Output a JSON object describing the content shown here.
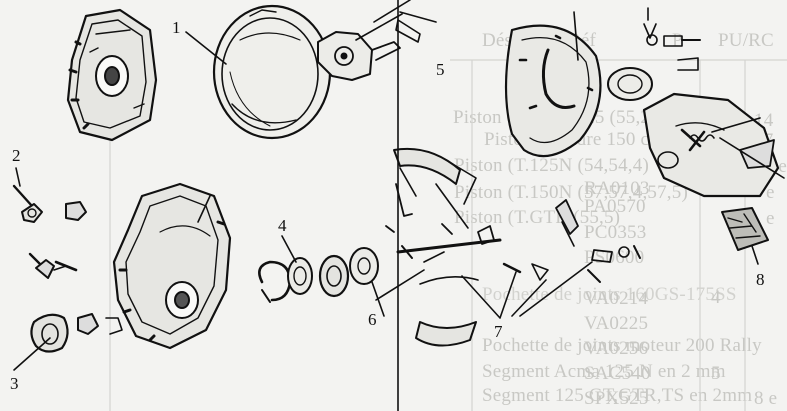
{
  "diagram": {
    "callout_numbers": [
      "1",
      "2",
      "3",
      "4",
      "5",
      "6",
      "7",
      "8"
    ]
  },
  "bleed_through": {
    "header": [
      "Désignati",
      "Réf",
      "P",
      "PU/RC"
    ],
    "designations": [
      "Piston cylindre 125 (55,2,5",
      "Piston cylindre 150 c",
      "Piston (T.125N (54,54,4)",
      "Piston (T.150N (57,57,4,57,5)",
      "Piston (T.GTR (55,5)",
      "Pochette de joints 160GS-175SS",
      "Pochette de joints moteur 200 Rally",
      "Segment Acma 125 N  en 2 mm",
      "Segment 125 GT,GTR,TS en 2mm"
    ],
    "refs": [
      "RA0103",
      "PA0570",
      "PC0353",
      "PS0600",
      "VA0214",
      "VA0225",
      "VA0256",
      "SAC540",
      "SPX525"
    ],
    "left_numbers": [
      "2",
      "4",
      "5"
    ],
    "right_values": [
      "14",
      "17",
      "76 e",
      "e",
      "e",
      "8 e"
    ]
  }
}
